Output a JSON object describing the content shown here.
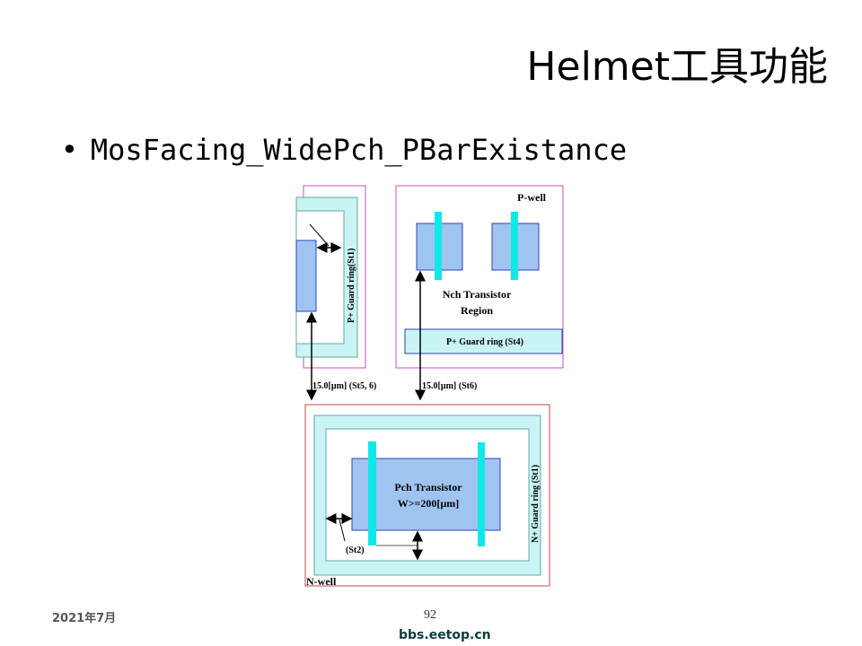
{
  "title": "Helmet工具功能",
  "bullet": "MosFacing_WidePch_PBarExistance",
  "diagram": {
    "left_ring_label": "P+ Guard ring(St1)",
    "pwell": "P-well",
    "nch_line1": "Nch Transistor",
    "nch_line2": "Region",
    "p_guard": "P+ Guard ring (St4)",
    "dist1": "15.0[µm] (St5, 6)",
    "dist2": "15.0[µm] (St6)",
    "pch_line1": "Pch Transistor",
    "pch_line2": "W>=200[µm]",
    "n_guard": "N+ Guard ring (St1)",
    "st2": "(St2)",
    "nwell": "N-well"
  },
  "footer": {
    "date": "2021年7月",
    "page": "92",
    "site": "bbs.eetop.cn"
  }
}
